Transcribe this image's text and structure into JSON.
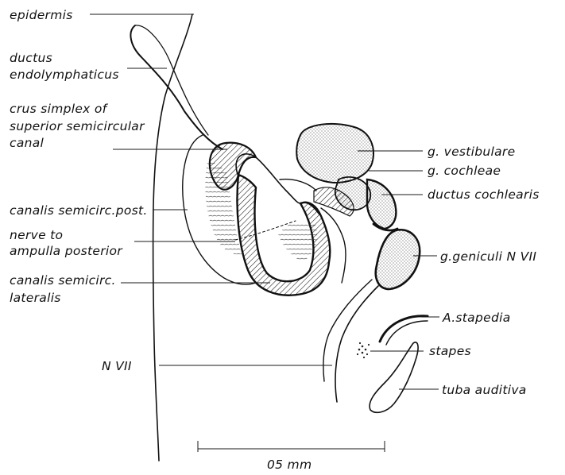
{
  "labels_left": {
    "epidermis": "epidermis",
    "ductus_1": "ductus",
    "ductus_2": "endolymphaticus",
    "crus_1": "crus simplex of",
    "crus_2": "superior semicircular",
    "crus_3": "canal",
    "canalis_post": "canalis semicirc.post.",
    "nerve_1": "nerve to",
    "nerve_2": "ampulla posterior",
    "canalis_lat_1": "canalis semicirc.",
    "canalis_lat_2": "lateralis",
    "n_vii": "N VII"
  },
  "labels_right": {
    "g_vestibulare": "g. vestibulare",
    "g_cochleae": "g. cochleae",
    "ductus_cochlearis": "ductus cochlearis",
    "g_geniculi": "g.geniculi  N VII",
    "a_stapedia": "A.stapedia",
    "stapes": "stapes",
    "tuba_auditiva": "tuba auditiva"
  },
  "scale_bar": {
    "label": "05 mm"
  }
}
